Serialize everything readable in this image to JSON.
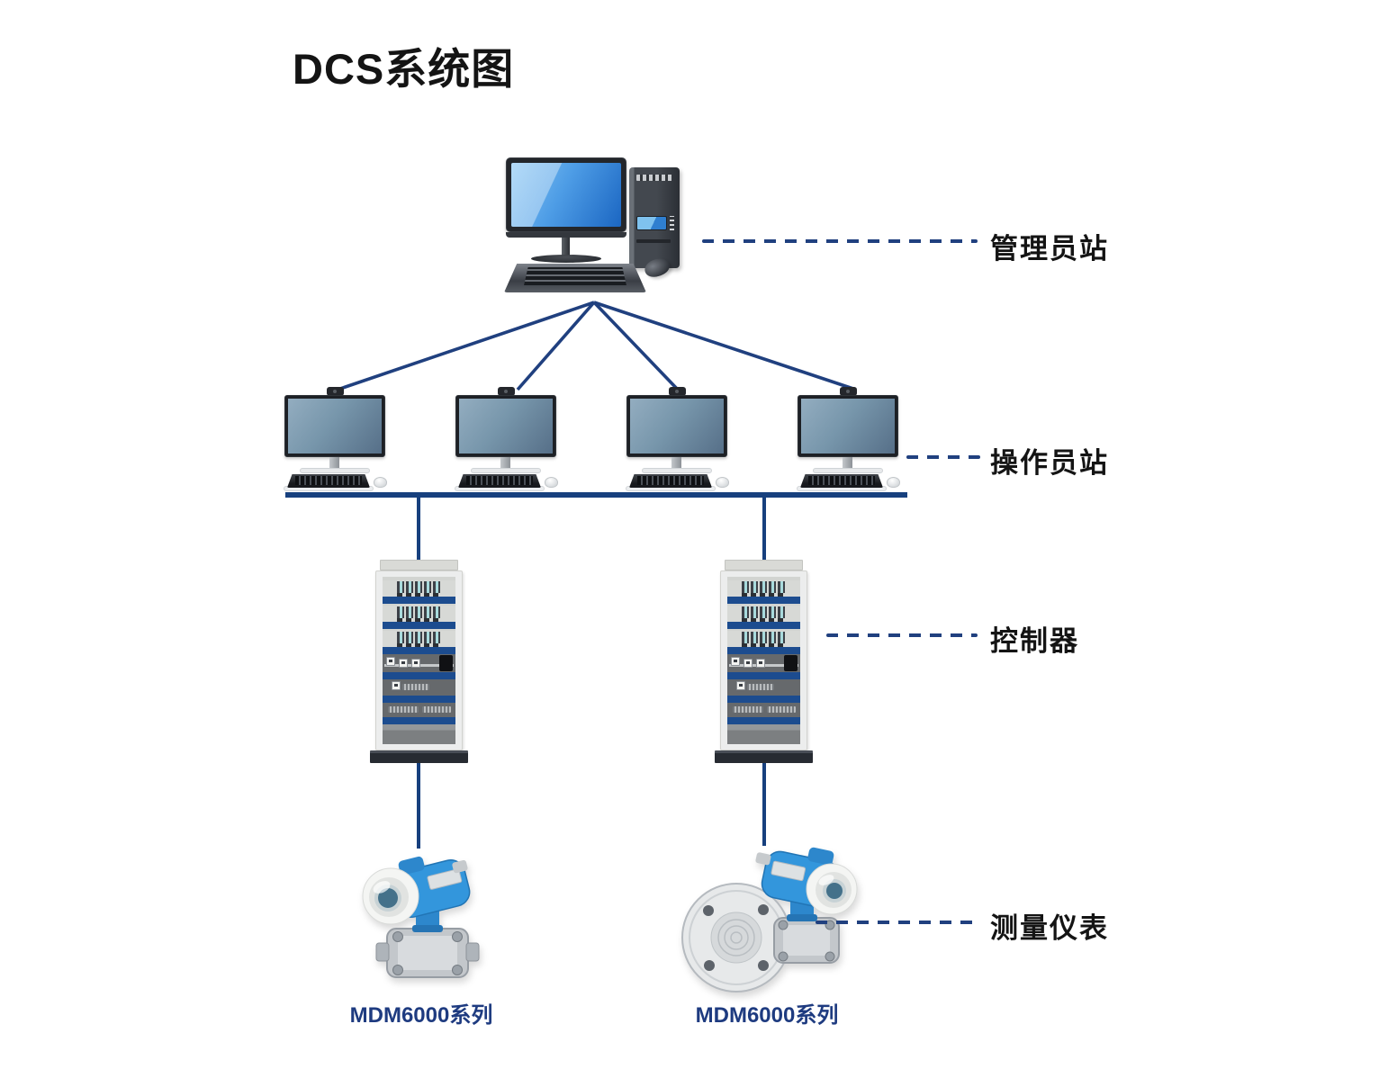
{
  "title": "DCS系统图",
  "annotations": {
    "admin_station": "管理员站",
    "operator_station": "操作员站",
    "controller": "控制器",
    "instrument": "测量仪表"
  },
  "instruments": [
    {
      "caption": "MDM6000系列"
    },
    {
      "caption": "MDM6000系列"
    }
  ],
  "structure": {
    "operator_station_count": 4,
    "controller_count": 2,
    "instrument_count": 2
  },
  "colors": {
    "connector_line": "#20407f",
    "bus_bar": "#17407e",
    "caption_text": "#1e3b80",
    "label_text": "#141414",
    "rack_stripe": "#1c4c8f"
  }
}
